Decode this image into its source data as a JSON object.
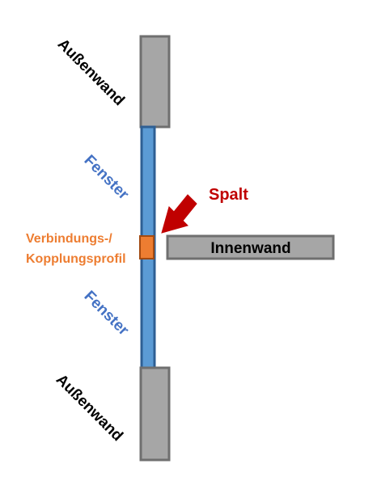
{
  "labels": {
    "outer_wall_top": "Außenwand",
    "window_top": "Fenster",
    "gap": "Spalt",
    "connection_line1": "Verbindungs-/",
    "connection_line2": "Kopplungsprofil",
    "inner_wall": "Innenwand",
    "window_bottom": "Fenster",
    "outer_wall_bottom": "Außenwand"
  },
  "colors": {
    "wall_fill": "#a6a6a6",
    "wall_stroke": "#6f6f6f",
    "window_fill": "#5b9bd5",
    "window_stroke": "#2e5f94",
    "profile_fill": "#ed7d31",
    "profile_stroke": "#a34a10",
    "arrow": "#c00000",
    "window_text": "#4472c4",
    "profile_text": "#ed7d31",
    "gap_text": "#c00000",
    "dark_text": "#000000"
  }
}
